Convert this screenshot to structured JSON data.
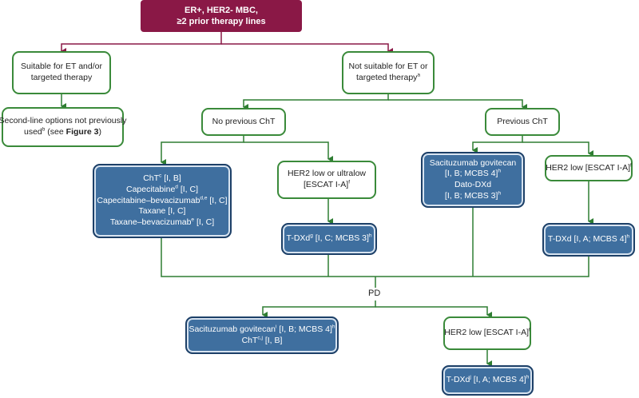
{
  "top": {
    "line1": "ER+, HER2- MBC,",
    "line2": "≥2 prior therapy lines"
  },
  "suitable": {
    "line1": "Suitable for ET and/or",
    "line2": "targeted therapy"
  },
  "not_suitable": {
    "line1": "Not suitable for ET or",
    "line2": "targeted therapy",
    "sup": "a"
  },
  "second_line": {
    "line1": "Second-line options not previously",
    "line2_pre": "used",
    "sup": "b",
    "line2_mid": " (see ",
    "line2_bold": "Figure 3",
    "line2_post": ")"
  },
  "no_prev_cht": {
    "label": "No previous ChT"
  },
  "prev_cht": {
    "label": "Previous ChT"
  },
  "cht_options": [
    {
      "pre": "ChT",
      "sup": "c",
      "post": " [I, B]"
    },
    {
      "pre": "Capecitabine",
      "sup": "d",
      "post": " [I, C]"
    },
    {
      "pre": "Capecitabine–bevacizumab",
      "sup": "d,e",
      "post": " [I, C]"
    },
    {
      "pre": "Taxane [I, C]",
      "sup": "",
      "post": ""
    },
    {
      "pre": "Taxane–bevacizumab",
      "sup": "e",
      "post": " [I, C]"
    }
  ],
  "her2_low_ultralow": {
    "line1": "HER2 low or ultralow",
    "line2": "[ESCAT I-A]",
    "sup": "f"
  },
  "tdxd_1": {
    "pre": "T-DXd",
    "sup": "g",
    "post": " [I, C; MCBS 3]",
    "sup2": "h"
  },
  "sg_datodxd": {
    "line1": "Sacituzumab govitecan",
    "line2": "[I, B; MCBS 4]",
    "line2_sup": "h",
    "line3": "Dato-DXd",
    "line4": "[I, B; MCBS 3]",
    "line4_sup": "h"
  },
  "her2_low_right": {
    "pre": "HER2 low [ESCAT I-A]",
    "sup": "f"
  },
  "tdxd_2": {
    "pre": "T-DXd [I, A; MCBS 4]",
    "sup": "h"
  },
  "pd": {
    "label": "PD"
  },
  "sg_bottom": {
    "line1_pre": "Sacituzumab govitecan",
    "line1_sup": "i",
    "line1_post": " [I, B; MCBS 4]",
    "line1_sup2": "h",
    "line2_pre": "ChT",
    "line2_sup": "c,j",
    "line2_post": " [I, B]"
  },
  "her2_low_bottom": {
    "pre": "HER2 low [ESCAT I-A]",
    "sup": "f"
  },
  "tdxd_3": {
    "pre": "T-DXd",
    "sup": "j",
    "post": " [I, A; MCBS 4]",
    "sup2": "h"
  },
  "colors": {
    "top_box": "#8a1846",
    "connector_top": "#8a1846",
    "connector": "#2e7d32",
    "white_box_border": "#3a8a3a",
    "blue_box_fill": "#3f6f9f",
    "blue_box_border": "#1d4068"
  }
}
